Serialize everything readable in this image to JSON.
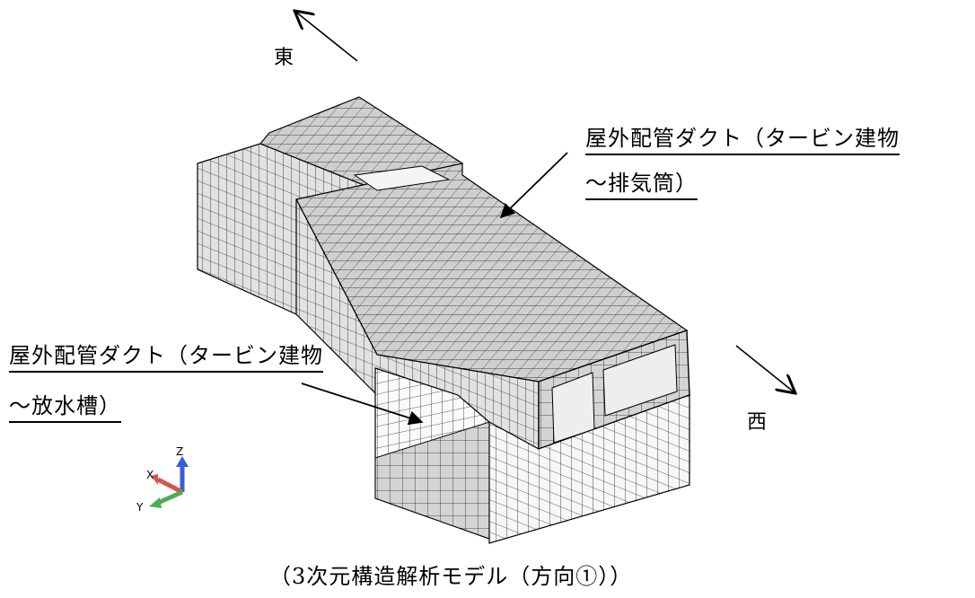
{
  "directions": {
    "east": "東",
    "west": "西"
  },
  "labels": {
    "upper_duct_line1": "屋外配管ダクト（タービン建物",
    "upper_duct_line2": "～排気筒）",
    "lower_duct_line1": "屋外配管ダクト（タービン建物",
    "lower_duct_line2": "～放水槽）"
  },
  "axis_triad": {
    "x": "X",
    "y": "Y",
    "z": "Z"
  },
  "caption": "（3次元構造解析モデル（方向①））",
  "colors": {
    "mesh_face": "#d9d9d9",
    "mesh_face_light": "#f5f5f5",
    "mesh_line": "#000000",
    "axis_x": "#d9534f",
    "axis_y": "#4caf50",
    "axis_z": "#3b5bdb"
  }
}
